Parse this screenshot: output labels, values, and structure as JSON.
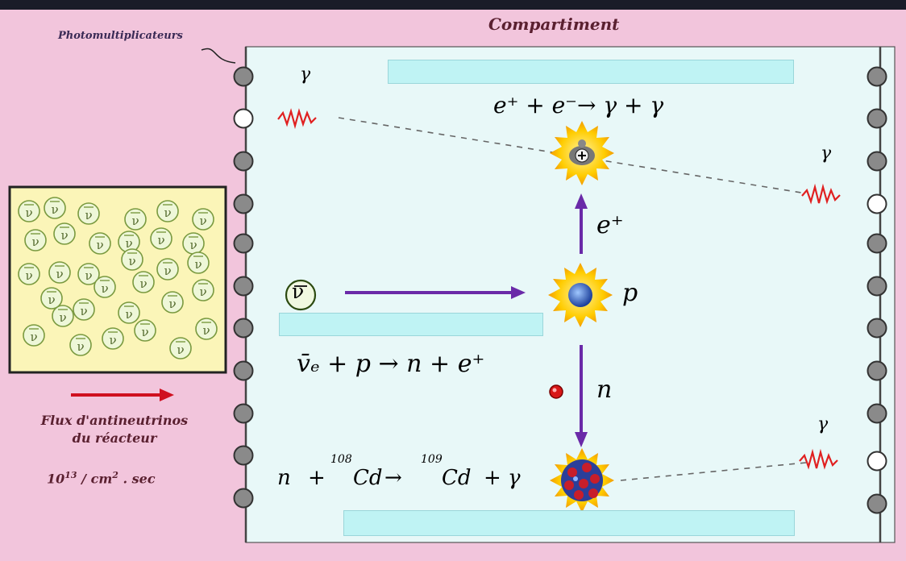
{
  "title": "Compartiment",
  "pmt_label": "Photomultiplicateurs",
  "gamma": "γ",
  "equations": {
    "annihilation": "e⁺ + e⁻→ γ + γ",
    "inverse_beta": "v̄ₑ + p → n + e⁺",
    "capture_n": "n",
    "capture_plus": "+",
    "cd108_mass": "108",
    "cd108": "Cd",
    "arrow": "→",
    "cd109_mass": "109",
    "cd109": "Cd",
    "capture_tail": "+ γ"
  },
  "particles": {
    "positron": "e⁺",
    "proton": "p",
    "neutron": "n",
    "antineutrino": "ν"
  },
  "reactor": {
    "flux_line1": "Flux d'antineutrinos",
    "flux_line2": "du réacteur",
    "flux_value": "10",
    "flux_exp": "13",
    "flux_unit": "/ cm",
    "flux_unit_exp": "2",
    "flux_unit_tail": ". sec"
  },
  "colors": {
    "background_outer": "#f2c5dc",
    "compartment": "#e8f8f8",
    "reactor_box": "#fbf5b8",
    "arrow_purple": "#6a2aa8",
    "arrow_red": "#d01020",
    "mask_cyan": "#bff3f4"
  }
}
